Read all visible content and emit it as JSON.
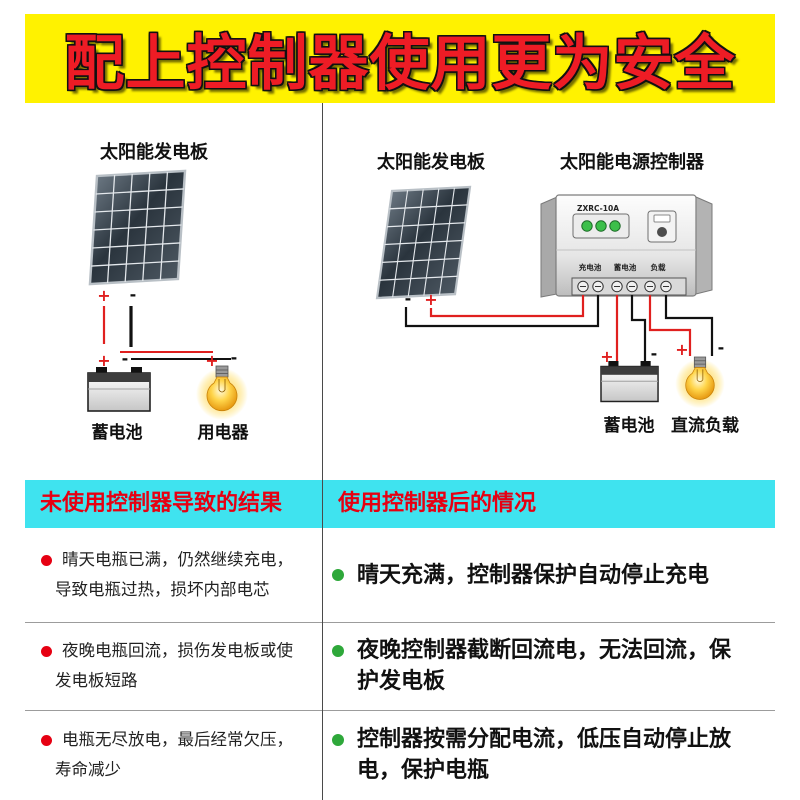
{
  "banner": {
    "title": "配上控制器使用更为安全"
  },
  "polarity": {
    "positive": "+",
    "negative": "-"
  },
  "without_controller_diagram": {
    "panel_label": "太阳能发电板",
    "battery_label": "蓄电池",
    "load_label": "用电器"
  },
  "with_controller_diagram": {
    "panel_label": "太阳能发电板",
    "controller_label": "太阳能电源控制器",
    "controller_model": "ZXRC-10A",
    "terminal_labels": [
      "充电池",
      "蓄电池",
      "负载"
    ],
    "battery_label": "蓄电池",
    "load_label": "直流负载"
  },
  "comparison": {
    "header_without": "未使用控制器导致的结果",
    "header_with": "使用控制器后的情况",
    "rows": [
      {
        "without": [
          "晴天电瓶已满，仍然继续充电，",
          "导致电瓶过热，损坏内部电芯"
        ],
        "with": [
          "晴天充满，控制器保护自动停止充电"
        ]
      },
      {
        "without": [
          "夜晚电瓶回流，损伤发电板或使",
          "发电板短路"
        ],
        "with": [
          "夜晚控制器截断回流电，无法回流，保",
          "护发电板"
        ]
      },
      {
        "without": [
          "电瓶无尽放电，最后经常欠压，",
          "寿命减少"
        ],
        "with": [
          "控制器按需分配电流，低压自动停止放",
          "电，保护电瓶"
        ]
      }
    ]
  },
  "icons": {
    "without_bullet": "red-dot-icon",
    "with_bullet": "green-dot-icon"
  },
  "colors": {
    "banner_background": "#FFF200",
    "title_text": "#EE1C25",
    "header_background": "#3FE3EF",
    "header_text": "#E60012",
    "without_bullet": "#E60012",
    "with_bullet": "#2EA83A"
  }
}
